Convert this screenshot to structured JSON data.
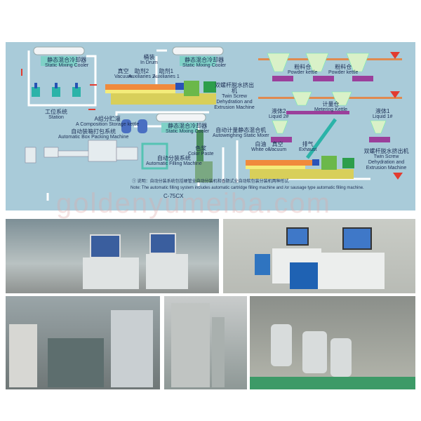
{
  "diagram": {
    "labels": [
      {
        "zh": "静态混合冷却器",
        "en": "Static Mixing Cooler"
      },
      {
        "zh": "真空",
        "en": "Vacuum"
      },
      {
        "zh": "助剂2",
        "en": "Auxiliaries 2"
      },
      {
        "zh": "桶装",
        "en": "In Drum"
      },
      {
        "zh": "助剂1",
        "en": "Auxiliaries 1"
      },
      {
        "zh": "静态混合冷却器",
        "en": "Static Mixing Cooler"
      },
      {
        "zh": "双螺杆脱水挤出机",
        "en": "Twin Screw Dehydration and Extrusion Machine"
      },
      {
        "zh": "工位系统",
        "en": "Station"
      },
      {
        "zh": "A组分贮灌",
        "en": "A Composition Storage kettle"
      },
      {
        "zh": "静态混合冷却器",
        "en": "Static Mixing Cooler"
      },
      {
        "zh": "自动计量静态混合机",
        "en": "Autoweighing Static Mixer"
      },
      {
        "zh": "自动装箱打包系统",
        "en": "Automatic Box Packing Machine"
      },
      {
        "zh": "色浆",
        "en": "Color Paste"
      },
      {
        "zh": "自动分装系统",
        "en": "Automatic Filling Machine"
      },
      {
        "zh": "粉料仓",
        "en": "Powder kettle"
      },
      {
        "zh": "粉料仓",
        "en": "Powder kettle"
      },
      {
        "zh": "计量仓",
        "en": "Metering Kettle"
      },
      {
        "zh": "液体2",
        "en": "Liquid 2#"
      },
      {
        "zh": "液体1",
        "en": "Liquid 1#"
      },
      {
        "zh": "白油",
        "en": "White oil"
      },
      {
        "zh": "真空",
        "en": "Vacuum"
      },
      {
        "zh": "排气",
        "en": "Exhaust"
      },
      {
        "zh": "双螺杆脱水挤出机",
        "en": "Twin Screw Dehydration and Extrusion Machine"
      }
    ],
    "note_zh": "① 说明：自动分装系统包括硬管全自动分装机和香肠式全自动软包装分装机两种形式",
    "note_en": "Note: The automatic filling system includes automatic cartridge filling machine and /or sausage type automatic filling machine.",
    "caption": "C-75CX",
    "watermark": "goldenyumeiba.com",
    "colors": {
      "background": "#a9cbd9",
      "extruder": "#f08a3c",
      "base": "#d8cf5a",
      "pump": "#9b3f9b",
      "pipe": "#ffffff",
      "arrow": "#e23b2f"
    }
  }
}
